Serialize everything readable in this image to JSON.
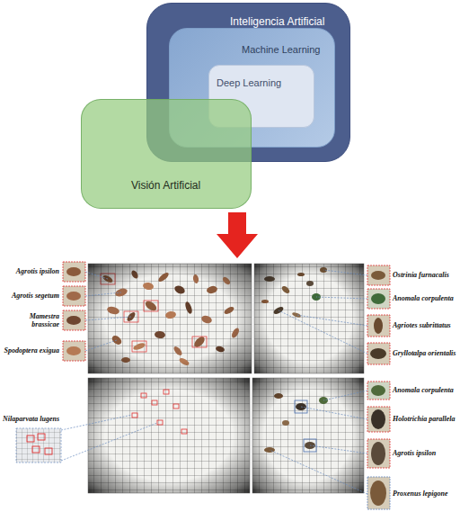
{
  "diagram": {
    "nodes": [
      {
        "text": [
          "Inteligencia Artificial"
        ]
      },
      {
        "text": [
          "Machine Learning"
        ],
        "in": 0
      },
      {
        "text": [
          "Deep Learning"
        ],
        "in": 1
      },
      {
        "text": [
          "Visión Artificial"
        ]
      }
    ],
    "labels": [
      "Agrotis ipsilon",
      "Agrotis segetum",
      "Mamestra brassicae",
      "Spodoptera exigua",
      "Ostrinia furnacalis",
      "Anomala corpulenta",
      "Agriotes subrittatus",
      "Gryllotalpa orientalis",
      "Nilaparvata lugens",
      "Anomala corpulenta",
      "Holotrichia parallela",
      "Agrotis ipsilon",
      "Proxenus lepigone"
    ]
  }
}
